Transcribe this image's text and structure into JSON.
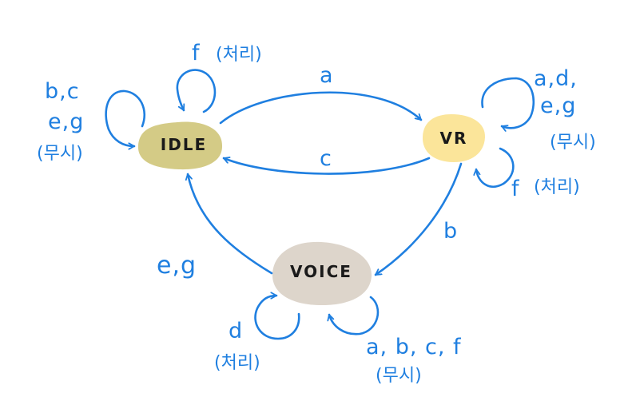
{
  "states": {
    "idle": {
      "label": "IDLE",
      "color": "#d4cb86"
    },
    "vr": {
      "label": "VR",
      "color": "#fbe59a"
    },
    "voice": {
      "label": "VOICE",
      "color": "#ddd5cb"
    }
  },
  "transitions": {
    "idle_to_vr": "a",
    "vr_to_idle": "c",
    "vr_to_voice": "b",
    "voice_to_idle": "e,g"
  },
  "self_loops": {
    "idle_top": {
      "events": "f",
      "note": "(처리)"
    },
    "idle_left": {
      "line1": "b,c",
      "line2": "e,g",
      "note": "(무시)"
    },
    "vr_right": {
      "line1": "a,d,",
      "line2": "e,g",
      "note": "(무시)"
    },
    "vr_bottom": {
      "events": "f",
      "note": "(처리)"
    },
    "voice_left": {
      "events": "d",
      "note": "(처리)"
    },
    "voice_right": {
      "events": "a, b, c, f",
      "note": "(무시)"
    }
  },
  "colors": {
    "ink": "#1f7fe0",
    "text": "#1a1a1a"
  }
}
